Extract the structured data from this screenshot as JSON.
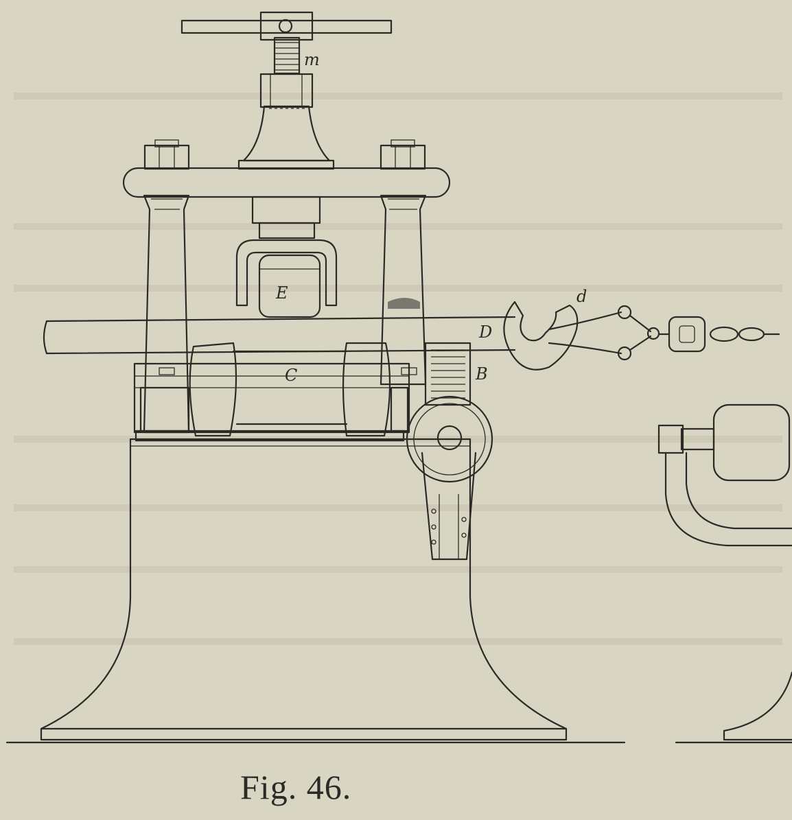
{
  "figure": {
    "caption": "Fig. 46."
  },
  "labels": {
    "m": "m",
    "E": "E",
    "d": "d",
    "D": "D",
    "C": "C",
    "B": "B"
  },
  "colors": {
    "paper": "#d9d5c3",
    "ink": "#2b2a26"
  }
}
